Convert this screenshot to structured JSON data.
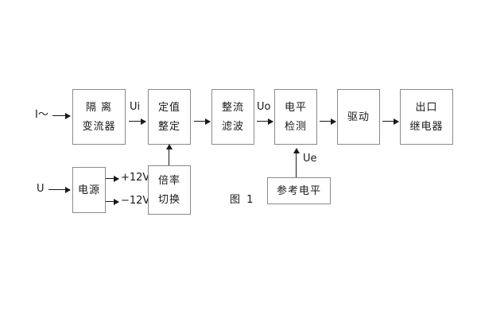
{
  "diagram": {
    "caption": "图 1",
    "blocks": [
      {
        "id": "isolation-transformer",
        "line1": "隔 离",
        "line2": "变流器"
      },
      {
        "id": "setting-value",
        "line1": "定值",
        "line2": "整定"
      },
      {
        "id": "rectify-filter",
        "line1": "整流",
        "line2": "滤波"
      },
      {
        "id": "level-detection",
        "line1": "电平",
        "line2": "检测"
      },
      {
        "id": "drive",
        "line1": "驱动",
        "line2": ""
      },
      {
        "id": "output-relay",
        "line1": "出口",
        "line2": "继电器"
      },
      {
        "id": "power-supply",
        "line1": "电源",
        "line2": ""
      },
      {
        "id": "multiplier-switch",
        "line1": "倍率",
        "line2": "切换"
      },
      {
        "id": "reference-level",
        "line1": "参考电平",
        "line2": ""
      }
    ],
    "labels": {
      "current_input": "I～",
      "voltage_input": "U",
      "ui": "Ui",
      "uo": "Uo",
      "ue": "Ue",
      "rail_positive": "+12V",
      "rail_negative": "−12V"
    },
    "colors": {
      "box_border": "#8a8a8a",
      "line": "#1a1a1a",
      "text": "#1a1a1a",
      "background": "#ffffff"
    }
  }
}
